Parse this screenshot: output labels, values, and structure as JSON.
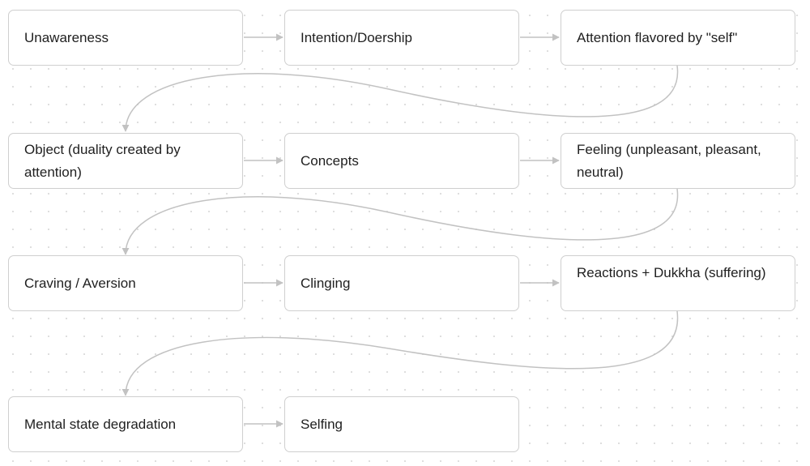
{
  "diagram": {
    "type": "flowchart",
    "nodes": [
      {
        "id": "unawareness",
        "label": "Unawareness"
      },
      {
        "id": "intention",
        "label": "Intention/Doership"
      },
      {
        "id": "attention",
        "label": "Attention flavored by \"self\""
      },
      {
        "id": "object",
        "label": "Object (duality created by attention)"
      },
      {
        "id": "concepts",
        "label": "Concepts"
      },
      {
        "id": "feeling",
        "label": "Feeling (unpleasant, pleasant, neutral)"
      },
      {
        "id": "craving",
        "label": "Craving / Aversion"
      },
      {
        "id": "clinging",
        "label": "Clinging"
      },
      {
        "id": "reactions",
        "label": "Reactions + Dukkha (suffering)"
      },
      {
        "id": "degradation",
        "label": "Mental state degradation"
      },
      {
        "id": "selfing",
        "label": "Selfing"
      }
    ],
    "edges": [
      {
        "from": "unawareness",
        "to": "intention"
      },
      {
        "from": "intention",
        "to": "attention"
      },
      {
        "from": "attention",
        "to": "object"
      },
      {
        "from": "object",
        "to": "concepts"
      },
      {
        "from": "concepts",
        "to": "feeling"
      },
      {
        "from": "feeling",
        "to": "craving"
      },
      {
        "from": "craving",
        "to": "clinging"
      },
      {
        "from": "clinging",
        "to": "reactions"
      },
      {
        "from": "reactions",
        "to": "degradation"
      },
      {
        "from": "degradation",
        "to": "selfing"
      }
    ],
    "colors": {
      "background": "#ffffff",
      "node_border": "#cfcfcf",
      "connector": "#c2c2c2",
      "text": "#1f1f1f"
    }
  }
}
